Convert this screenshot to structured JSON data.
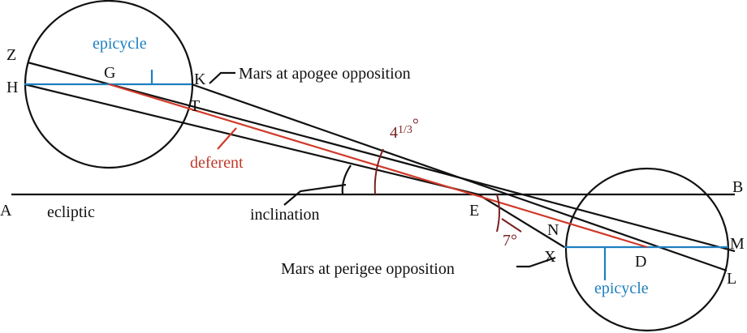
{
  "labels": {
    "A": "A",
    "B": "B",
    "E": "E",
    "Z": "Z",
    "H": "H",
    "G": "G",
    "K": "K",
    "T": "T",
    "N": "N",
    "M": "M",
    "D": "D",
    "X": "X",
    "L": "L"
  },
  "terms": {
    "epicycle_top": "epicycle",
    "epicycle_bottom": "epicycle",
    "deferent": "deferent",
    "ecliptic": "ecliptic",
    "inclination": "inclination",
    "apogee": "Mars at apogee opposition",
    "perigee": "Mars at perigee opposition"
  },
  "angles": {
    "upper_main": "4",
    "upper_frac": "1/3",
    "upper_deg": "°",
    "lower": "7°"
  },
  "colors": {
    "epicycle": "#1e7fc0",
    "deferent": "#d03a2a",
    "angle": "#7a1f1f",
    "line": "#111111"
  }
}
